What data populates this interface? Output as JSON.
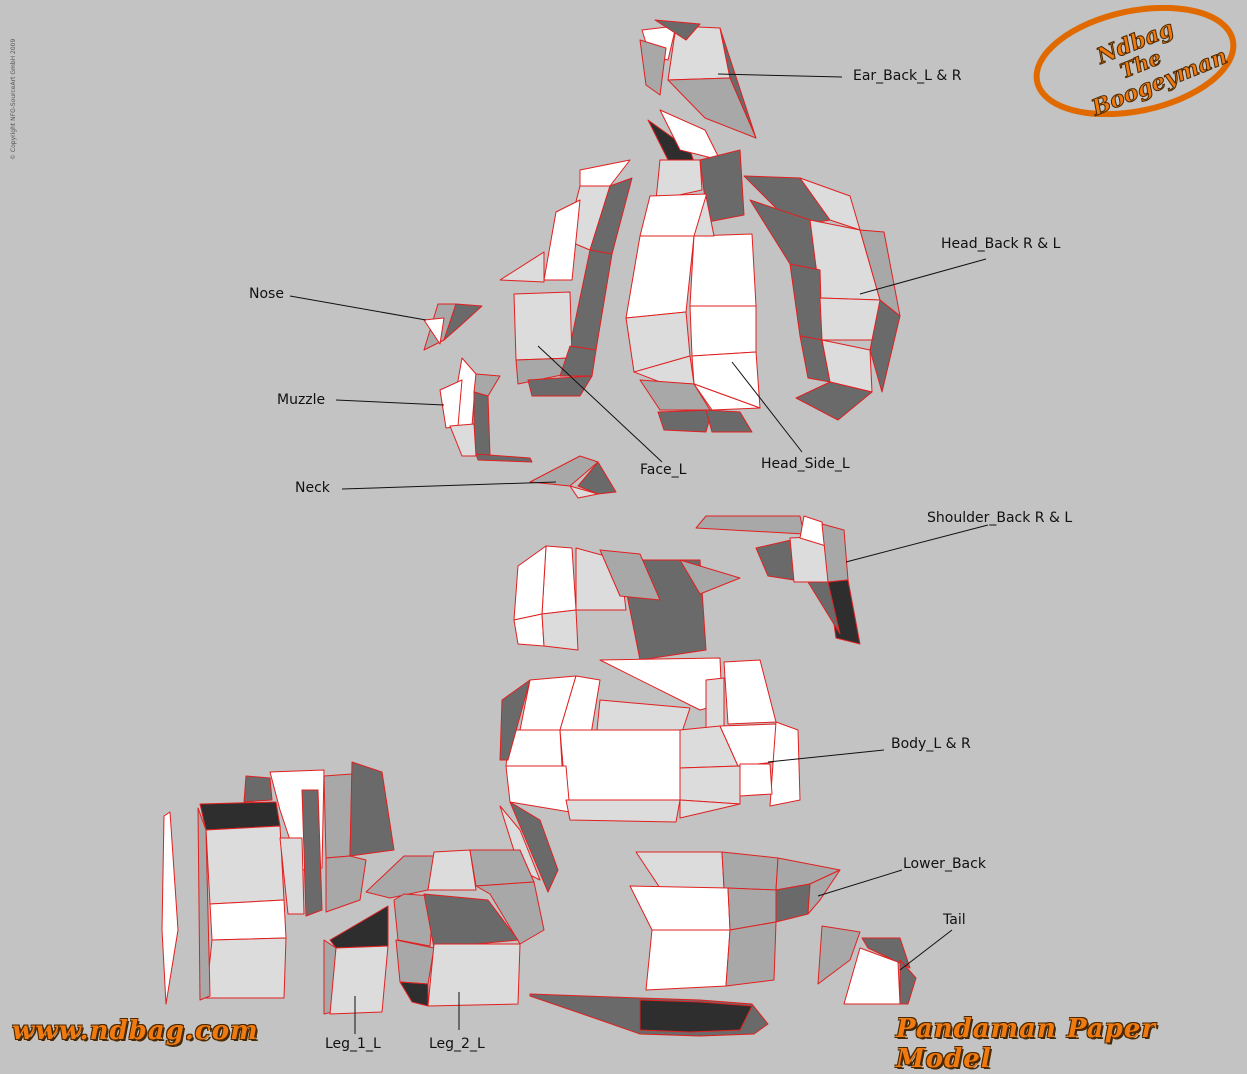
{
  "copyright": "© Copyright NFG-SourceArt GmbH 2009",
  "logo": {
    "line1": "Ndbag",
    "line2": "The",
    "line3": "Boogeyman"
  },
  "footer": {
    "left": "www.ndbag.com",
    "right": "Pandaman Paper Model"
  },
  "labels": {
    "ear_back": "Ear_Back_L & R",
    "head_back": "Head_Back R & L",
    "nose": "Nose",
    "muzzle": "Muzzle",
    "neck": "Neck",
    "face_l": "Face_L",
    "head_side_l": "Head_Side_L",
    "shoulder_back": "Shoulder_Back R & L",
    "body": "Body_L & R",
    "lower_back": "Lower_Back",
    "tail": "Tail",
    "leg_1": "Leg_1_L",
    "leg_2": "Leg_2_L"
  },
  "colors": {
    "background": "#c3c3c3",
    "edge": "#e02020",
    "accent": "#f07a10",
    "face_white": "#ffffff",
    "face_light": "#dcdcdc",
    "face_mid": "#a8a8a8",
    "face_dark": "#6a6a6a",
    "face_black": "#2e2e2e"
  }
}
